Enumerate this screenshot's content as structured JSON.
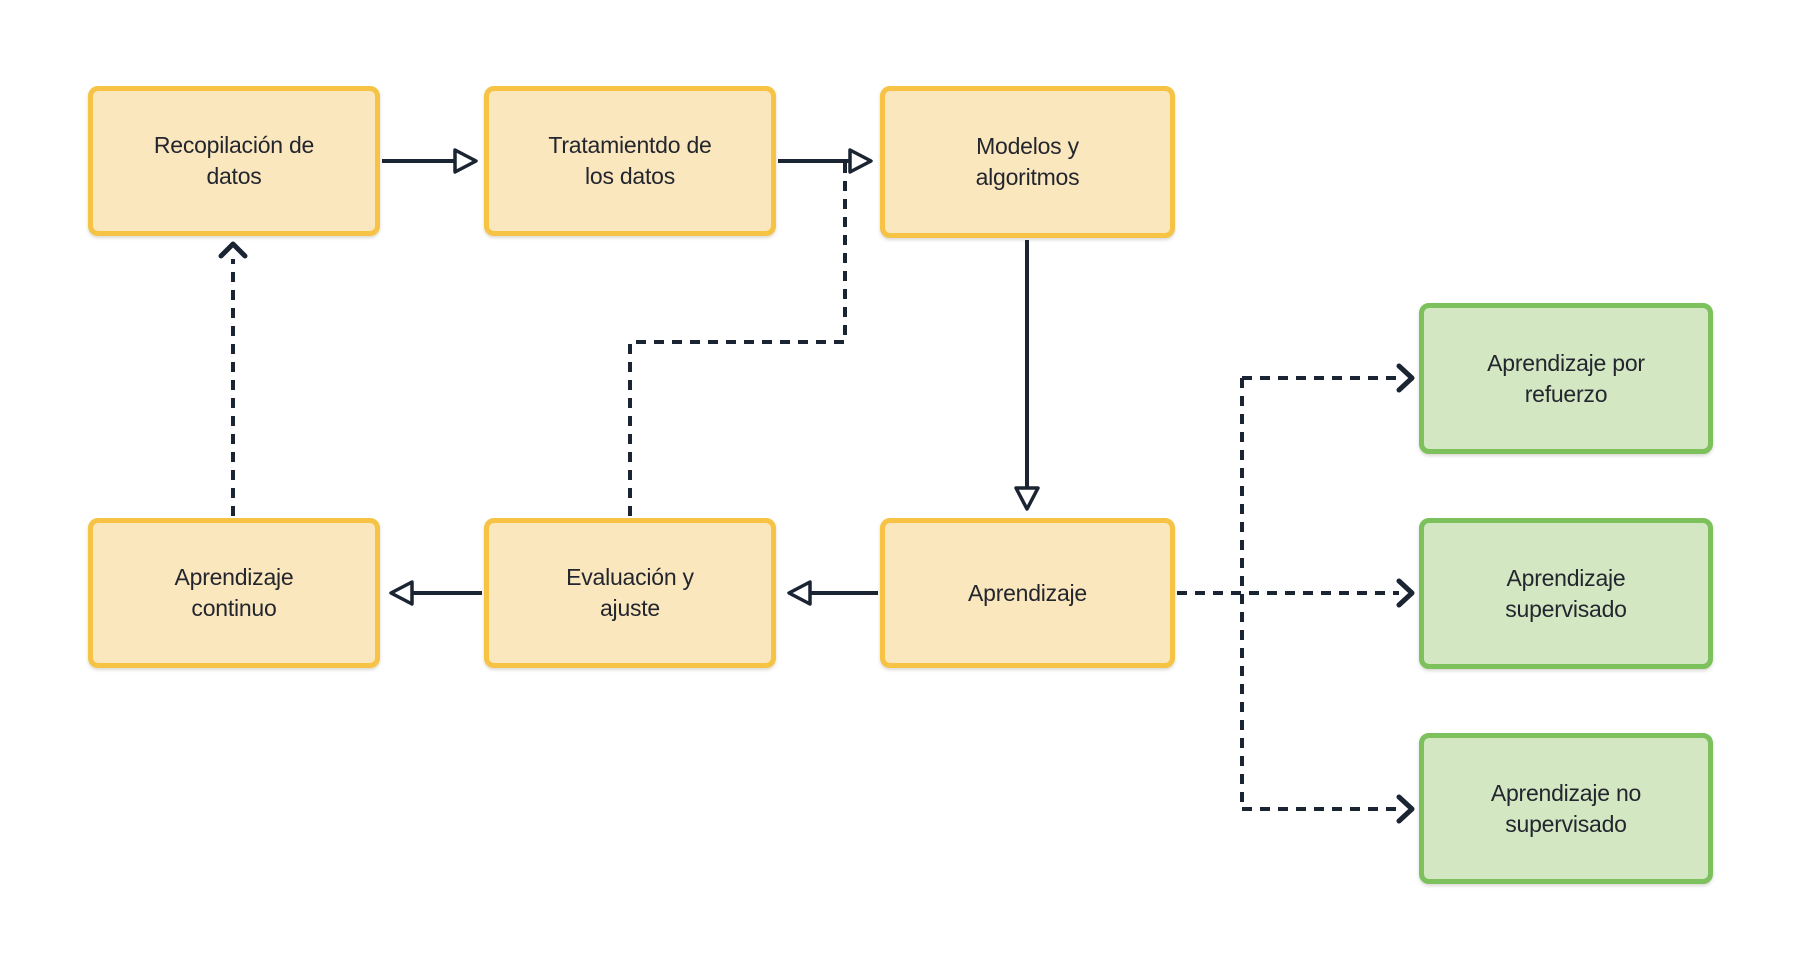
{
  "diagram": {
    "type": "flowchart",
    "background": "#ffffff",
    "line_color": "#1b2432",
    "text_color": "#23262e",
    "node_styles": {
      "process": {
        "fill": "#fbe7bd",
        "border": "#f6c344"
      },
      "output": {
        "fill": "#d2e7c2",
        "border": "#7cc15c"
      }
    },
    "nodes": [
      {
        "id": "recopilacion",
        "kind": "process",
        "label": "Recopilación de\ndatos"
      },
      {
        "id": "tratamiento",
        "kind": "process",
        "label": "Tratamientdo de\nlos datos"
      },
      {
        "id": "modelos",
        "kind": "process",
        "label": "Modelos y\nalgoritmos"
      },
      {
        "id": "aprendizaje-continuo",
        "kind": "process",
        "label": "Aprendizaje\ncontinuo"
      },
      {
        "id": "evaluacion",
        "kind": "process",
        "label": "Evaluación y\najuste"
      },
      {
        "id": "aprendizaje",
        "kind": "process",
        "label": "Aprendizaje"
      },
      {
        "id": "refuerzo",
        "kind": "output",
        "label": "Aprendizaje por\nrefuerzo"
      },
      {
        "id": "supervisado",
        "kind": "output",
        "label": "Aprendizaje\nsupervisado"
      },
      {
        "id": "no-supervisado",
        "kind": "output",
        "label": "Aprendizaje no\nsupervisado"
      }
    ],
    "edges": [
      {
        "from": "recopilacion",
        "to": "tratamiento",
        "style": "solid"
      },
      {
        "from": "tratamiento",
        "to": "modelos",
        "style": "solid"
      },
      {
        "from": "modelos",
        "to": "aprendizaje",
        "style": "solid"
      },
      {
        "from": "aprendizaje",
        "to": "evaluacion",
        "style": "solid"
      },
      {
        "from": "evaluacion",
        "to": "aprendizaje-continuo",
        "style": "solid"
      },
      {
        "from": "aprendizaje-continuo",
        "to": "recopilacion",
        "style": "dashed"
      },
      {
        "from": "evaluacion",
        "to": "modelos",
        "style": "dashed"
      },
      {
        "from": "aprendizaje",
        "to": "refuerzo",
        "style": "dashed"
      },
      {
        "from": "aprendizaje",
        "to": "supervisado",
        "style": "dashed"
      },
      {
        "from": "aprendizaje",
        "to": "no-supervisado",
        "style": "dashed"
      }
    ]
  }
}
